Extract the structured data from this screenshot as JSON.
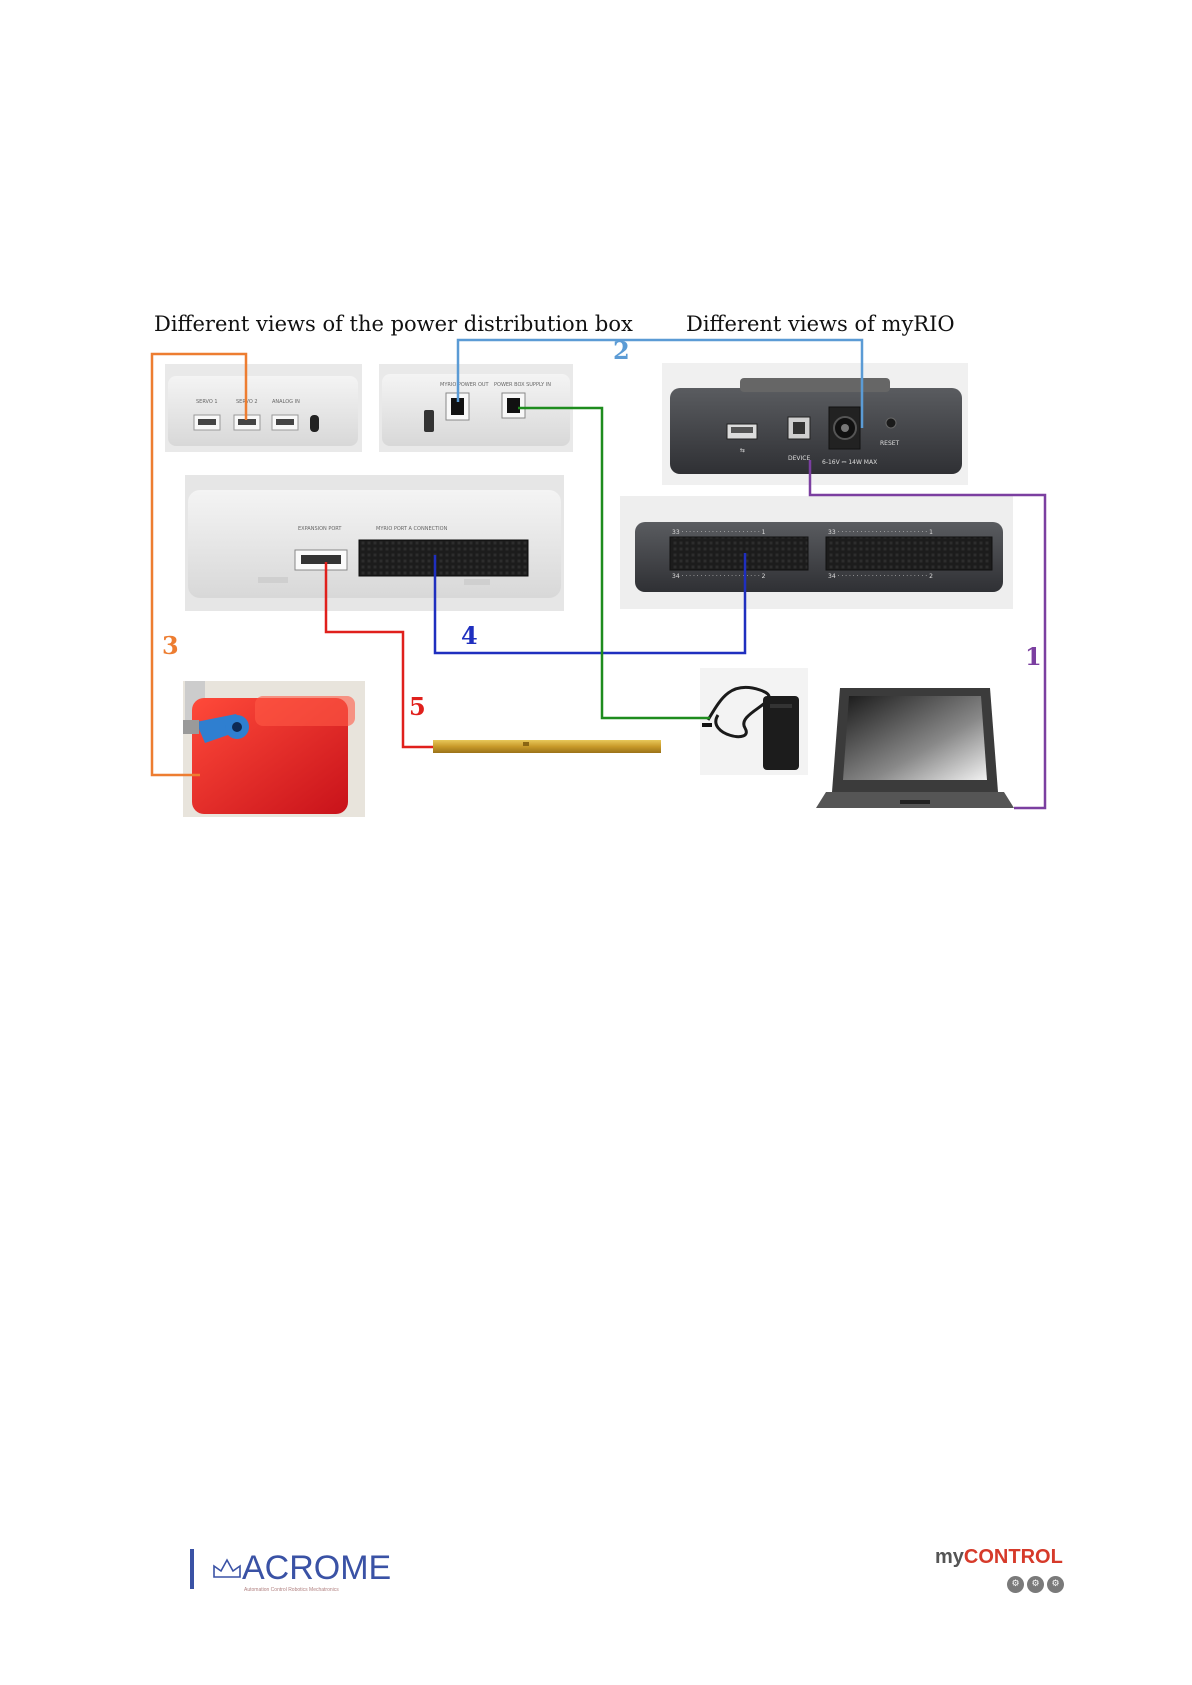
{
  "captions": {
    "power_box": "Different views of the power distribution box",
    "myrio": "Different views of myRIO"
  },
  "connections": [
    {
      "id": "1",
      "label": "1",
      "color": "#7b3fa0"
    },
    {
      "id": "2",
      "label": "2",
      "color": "#5b9bd5"
    },
    {
      "id": "3",
      "label": "3",
      "color": "#ed7d31"
    },
    {
      "id": "4",
      "label": "4",
      "color": "#1f2fbf"
    },
    {
      "id": "5",
      "label": "5",
      "color": "#e0201c"
    },
    {
      "id": "6",
      "label": "",
      "color": "#1e8c1e"
    }
  ],
  "device_labels": {
    "myrio_device": "DEVICE",
    "myrio_reset": "RESET",
    "myrio_power": "6-16V ⎓ 14W MAX",
    "box_expansion": "EXPANSION PORT",
    "box_myrio_port": "MYRIO PORT A CONNECTION"
  },
  "footer": {
    "acrome": "ACROME",
    "acrome_tagline": "Automation Control Robotics Mechatronics",
    "mycontrol_my": "my",
    "mycontrol_control": "CONTROL"
  },
  "icons": [
    "crown-icon",
    "usb-icon",
    "power-jack-icon",
    "mycontrol-badge-icon"
  ]
}
